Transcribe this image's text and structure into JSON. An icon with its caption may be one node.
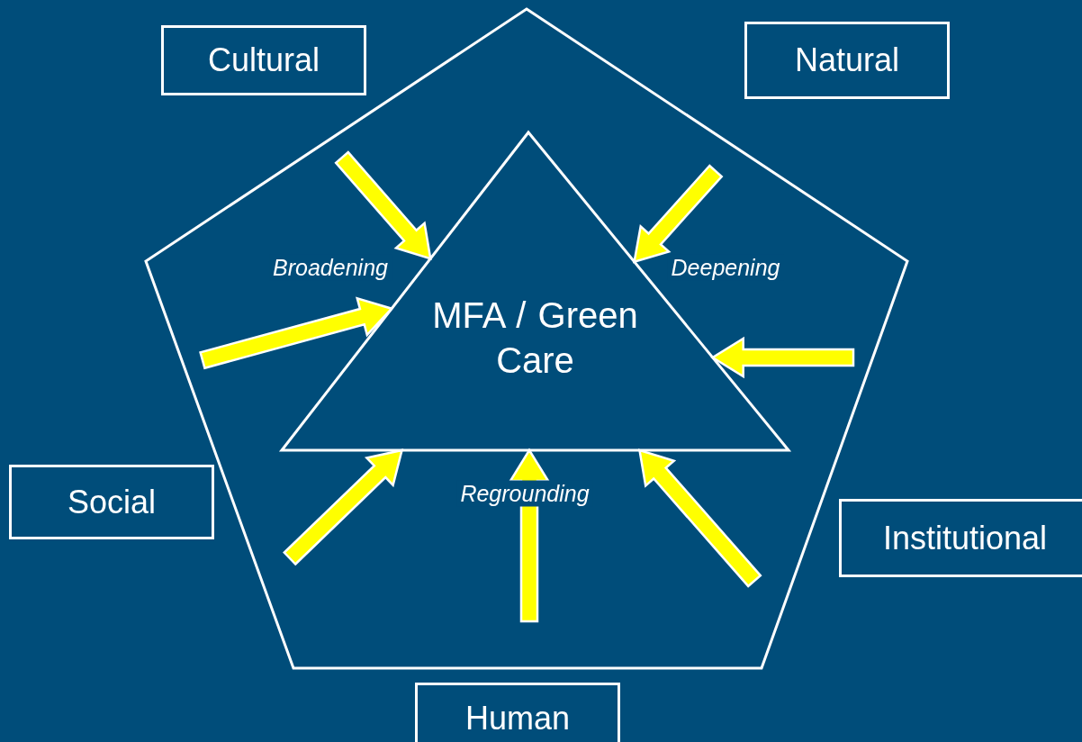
{
  "diagram": {
    "nodes": [
      {
        "text": [],
        "shape": "pentagon"
      },
      {
        "text": [
          "MFA / Green Care"
        ],
        "in": 0
      },
      {
        "text": [
          "Cultural"
        ]
      },
      {
        "text": [
          "Natural"
        ]
      },
      {
        "text": [
          "Social"
        ]
      },
      {
        "text": [
          "Institutional"
        ]
      },
      {
        "text": [
          "Human"
        ]
      }
    ],
    "edges": [
      {
        "from": null,
        "to": 1,
        "arrow": "to",
        "style": "thick",
        "color": "#ffff00"
      },
      {
        "from": null,
        "to": 1,
        "arrow": "to",
        "style": "thick",
        "color": "#ffff00"
      },
      {
        "from": null,
        "to": 1,
        "arrow": "to",
        "style": "thick",
        "color": "#ffff00"
      },
      {
        "from": null,
        "to": 1,
        "arrow": "to",
        "style": "thick",
        "color": "#ffff00"
      },
      {
        "from": null,
        "to": 1,
        "arrow": "to",
        "style": "thick",
        "color": "#ffff00"
      },
      {
        "from": null,
        "to": 1,
        "arrow": "to",
        "style": "thick",
        "color": "#ffff00"
      },
      {
        "from": null,
        "to": 1,
        "arrow": "to",
        "style": "thick",
        "color": "#ffff00"
      }
    ],
    "labels": [
      "Broadening",
      "Deepening",
      "Regrounding"
    ]
  }
}
